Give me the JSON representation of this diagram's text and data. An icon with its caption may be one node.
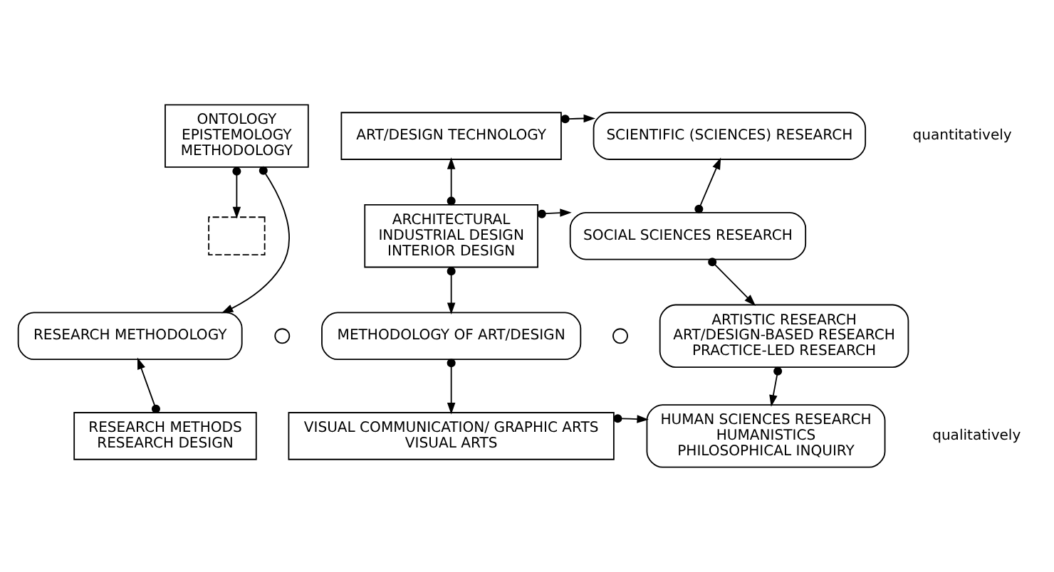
{
  "diagram": {
    "nodes": [
      {
        "text": [
          "ONTOLOGY",
          "EPISTEMOLOGY",
          "METHODOLOGY"
        ]
      },
      {
        "text": [],
        "shape": "box"
      },
      {
        "text": [
          "ART/DESIGN TECHNOLOGY"
        ]
      },
      {
        "text": [
          "SCIENTIFIC (SCIENCES) RESEARCH"
        ]
      },
      {
        "text": [
          "ARCHITECTURAL",
          "INDUSTRIAL DESIGN",
          "INTERIOR DESIGN"
        ]
      },
      {
        "text": [
          "SOCIAL SCIENCES RESEARCH"
        ]
      },
      {
        "text": [
          "RESEARCH METHODOLOGY"
        ]
      },
      {
        "text": [],
        "shape": "circle"
      },
      {
        "text": [
          "METHODOLOGY OF ART/DESIGN"
        ]
      },
      {
        "text": [],
        "shape": "circle"
      },
      {
        "text": [
          "ARTISTIC RESEARCH",
          "ART/DESIGN-BASED RESEARCH",
          "PRACTICE-LED RESEARCH"
        ]
      },
      {
        "text": [
          "RESEARCH METHODS",
          "RESEARCH DESIGN"
        ]
      },
      {
        "text": [
          "VISUAL COMMUNICATION/ GRAPHIC ARTS",
          "VISUAL ARTS"
        ]
      },
      {
        "text": [
          "HUMAN SCIENCES RESEARCH",
          "HUMANISTICS",
          "PHILOSOPHICAL INQUIRY"
        ]
      }
    ],
    "edges": [
      {
        "from": 0,
        "to": 1,
        "arrow": "to"
      },
      {
        "from": 2,
        "to": 3,
        "arrow": "to"
      },
      {
        "from": 4,
        "to": 2,
        "arrow": "to"
      },
      {
        "from": 4,
        "to": 5,
        "arrow": "to"
      },
      {
        "from": 5,
        "to": 3,
        "arrow": "to"
      },
      {
        "from": 0,
        "to": 6,
        "arrow": "to"
      },
      {
        "from": 11,
        "to": 6,
        "arrow": "to"
      },
      {
        "from": 4,
        "to": 8,
        "arrow": "to"
      },
      {
        "from": 5,
        "to": 10,
        "arrow": "to"
      },
      {
        "from": 8,
        "to": 12,
        "arrow": "to"
      },
      {
        "from": 10,
        "to": 13,
        "arrow": "to"
      },
      {
        "from": 12,
        "to": 13,
        "arrow": "to"
      }
    ],
    "labels": [
      "quantitatively",
      "qualitatively"
    ]
  }
}
